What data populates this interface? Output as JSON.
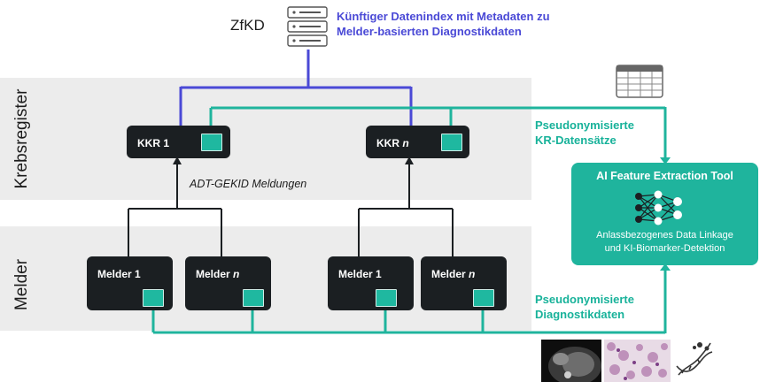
{
  "zfkd": {
    "label": "ZfKD",
    "icon": "server-stack-icon",
    "description_line1": "Künftiger Datenindex mit Metadaten zu",
    "description_line2": "Melder-basierten Diagnostikdaten"
  },
  "sections": {
    "registry_label": "Krebsregister",
    "reporter_label": "Melder"
  },
  "kkr_nodes": [
    {
      "label": "KKR 1",
      "suffix": ""
    },
    {
      "label": "KKR ",
      "suffix": "n"
    }
  ],
  "melder_nodes": [
    {
      "label": "Melder 1",
      "suffix": ""
    },
    {
      "label": "Melder ",
      "suffix": "n"
    },
    {
      "label": "Melder 1",
      "suffix": ""
    },
    {
      "label": "Melder ",
      "suffix": "n"
    }
  ],
  "edge_label": "ADT-GEKID Meldungen",
  "pseudo_kr": {
    "line1": "Pseudonymisierte",
    "line2": "KR-Datensätze"
  },
  "pseudo_diag": {
    "line1": "Pseudonymisierte",
    "line2": "Diagnostikdaten"
  },
  "ai_tool": {
    "title": "AI Feature Extraction Tool",
    "icon": "neural-network-icon",
    "line1": "Anlassbezogenes Data Linkage",
    "line2": "und KI-Biomarker-Detektion"
  },
  "icons": {
    "table": "data-table-icon",
    "ct": "ct-scan-image-icon",
    "histology": "histology-image-icon",
    "genomics": "dna-molecule-icon"
  },
  "colors": {
    "teal": "#1fb49d",
    "blue": "#4a49d6",
    "node": "#1b1f22",
    "band": "#ececec"
  }
}
